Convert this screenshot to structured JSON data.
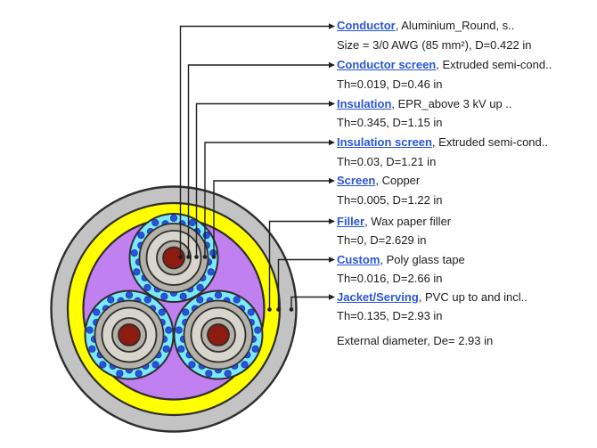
{
  "diagram": {
    "layers": [
      {
        "name": "Conductor",
        "desc": ", Aluminium_Round, s..",
        "detail": "Size = 3/0 AWG (85 mm²), D=0.422 in"
      },
      {
        "name": "Conductor screen",
        "desc": ", Extruded semi-cond..",
        "detail": "Th=0.019, D=0.46 in"
      },
      {
        "name": "Insulation",
        "desc": ", EPR_above 3 kV up ..",
        "detail": "Th=0.345, D=1.15 in"
      },
      {
        "name": "Insulation screen",
        "desc": ", Extruded semi-cond..",
        "detail": "Th=0.03, D=1.21 in"
      },
      {
        "name": "Screen",
        "desc": ", Copper",
        "detail": "Th=0.005, D=1.22 in"
      },
      {
        "name": "Filler",
        "desc": ", Wax paper filler",
        "detail": "Th=0, D=2.629 in"
      },
      {
        "name": "Custom",
        "desc": ", Poly glass tape",
        "detail": "Th=0.016, D=2.66 in"
      },
      {
        "name": "Jacket/Serving",
        "desc": ", PVC up to and incl..",
        "detail": "Th=0.135, D=2.93 in"
      }
    ],
    "footer": "External diameter, De= 2.93 in",
    "colors": {
      "conductor": "#8e1b10",
      "conductor_screen": "#b5b1a9",
      "insulation": "#d8d5cd",
      "insulation_screen": "#b5b1a9",
      "screen_band": "#7be9f9",
      "screen_wire_dot": "#2b52de",
      "filler": "#c080f0",
      "custom": "#ffff00",
      "jacket": "#c3c3c3",
      "outline": "#2e2e2e",
      "leader_line": "#1f1f1f",
      "link_text": "#2a55d4",
      "body_text": "#1c1c1c",
      "background": "#ffffff"
    }
  }
}
